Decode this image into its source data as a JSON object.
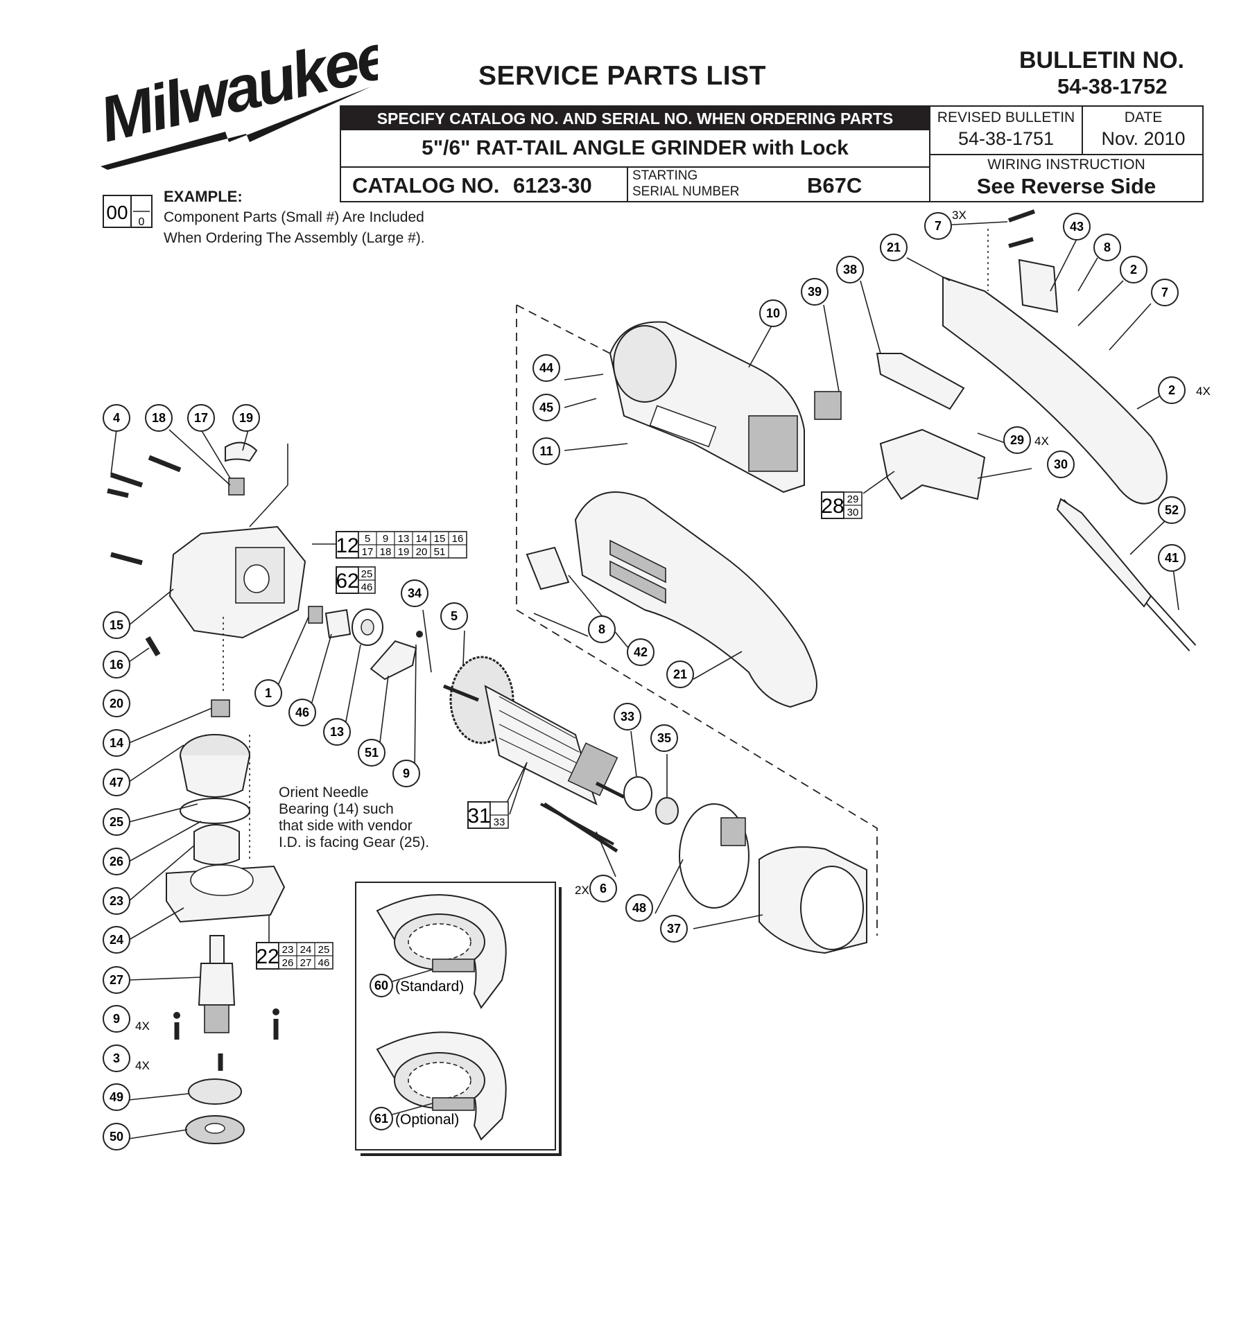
{
  "brand": {
    "logo_text": "Milwaukee"
  },
  "header": {
    "title": "SERVICE PARTS LIST",
    "bulletin_label": "BULLETIN NO.",
    "bulletin_no": "54-38-1752",
    "banner": "SPECIFY CATALOG NO. AND SERIAL NO. WHEN ORDERING PARTS",
    "product": "5\"/6\" RAT-TAIL ANGLE GRINDER with Lock",
    "catalog_label": "CATALOG NO.",
    "catalog_no": "6123-30",
    "serial_label_1": "STARTING",
    "serial_label_2": "SERIAL NUMBER",
    "serial_no": "B67C",
    "revised_label": "REVISED BULLETIN",
    "revised_value": "54-38-1751",
    "date_label": "DATE",
    "date_value": "Nov. 2010",
    "wiring_label": "WIRING INSTRUCTION",
    "wiring_value": "See Reverse Side"
  },
  "example": {
    "title": "EXAMPLE:",
    "line1": "Component Parts (Small #) Are Included",
    "line2": "When Ordering The Assembly (Large #).",
    "big": "00",
    "small": "0"
  },
  "note": {
    "line1": "Orient Needle",
    "line2": "Bearing (14) such",
    "line3": "that side with vendor",
    "line4": "I.D. is facing Gear (25)."
  },
  "guards": {
    "standard": "(Standard)",
    "optional": "(Optional)",
    "standard_no": "60",
    "optional_no": "61"
  },
  "multipliers": {
    "m3x": "3X",
    "m4x_a": "4X",
    "m4x_b": "4X",
    "m4x_c": "4X",
    "m4x_d": "4X",
    "m2x": "2X"
  },
  "callouts": [
    "7",
    "43",
    "8",
    "2",
    "7",
    "21",
    "38",
    "39",
    "10",
    "44",
    "45",
    "11",
    "2",
    "29",
    "30",
    "52",
    "41",
    "4",
    "18",
    "17",
    "19",
    "15",
    "16",
    "20",
    "14",
    "47",
    "25",
    "26",
    "23",
    "24",
    "27",
    "9",
    "3",
    "49",
    "50",
    "1",
    "46",
    "13",
    "51",
    "9",
    "34",
    "5",
    "33",
    "35",
    "6",
    "48",
    "37",
    "8",
    "42",
    "21"
  ],
  "assemblies": {
    "a12": {
      "big": "12",
      "top": [
        "5",
        "9",
        "13",
        "14",
        "15",
        "16"
      ],
      "bottom": [
        "17",
        "18",
        "19",
        "20",
        "51",
        ""
      ]
    },
    "a62": {
      "big": "62",
      "top": [
        "25"
      ],
      "bottom": [
        "46"
      ]
    },
    "a28": {
      "big": "28",
      "top": [
        "29"
      ],
      "bottom": [
        "30"
      ]
    },
    "a31": {
      "big": "31",
      "top": [
        ""
      ],
      "bottom": [
        "33"
      ]
    },
    "a22": {
      "big": "22",
      "top": [
        "23",
        "24",
        "25"
      ],
      "bottom": [
        "26",
        "27",
        "46"
      ]
    }
  }
}
